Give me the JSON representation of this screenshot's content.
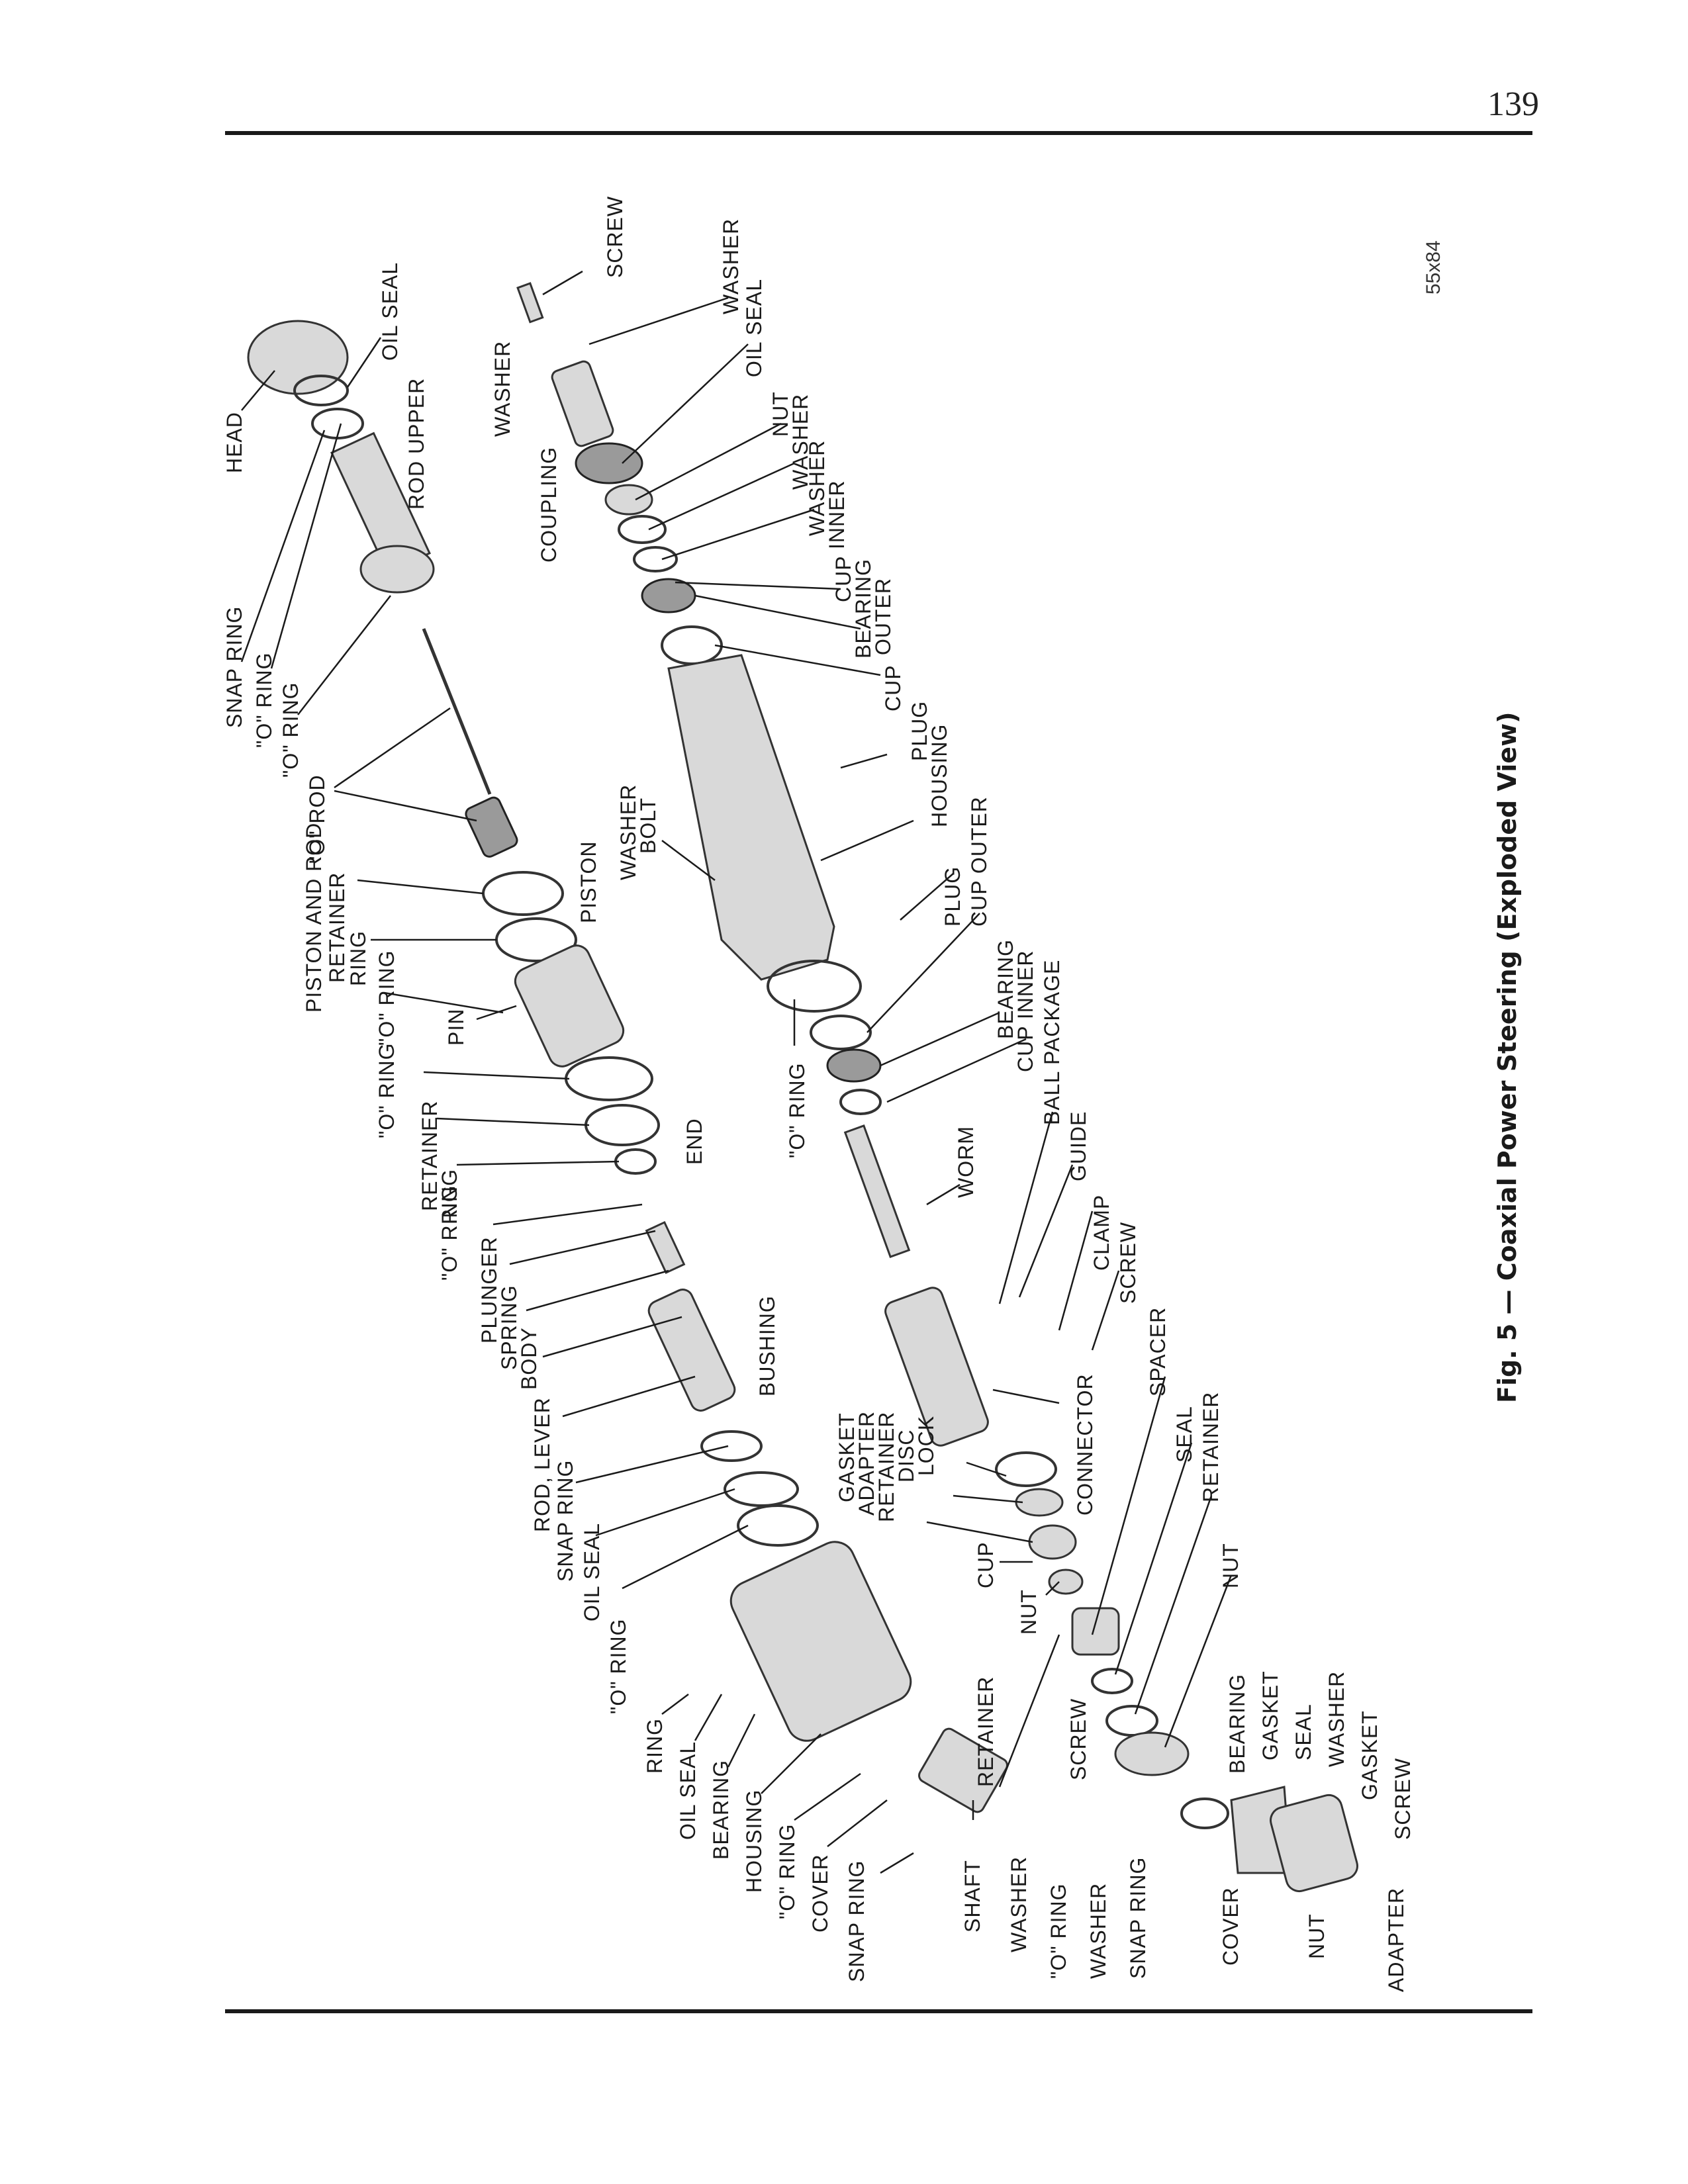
{
  "page": {
    "number": "139"
  },
  "figure": {
    "caption": "Fig. 5 — Coaxial Power Steering (Exploded View)",
    "code": "55x84"
  },
  "labels": [
    "HEAD",
    "OIL SEAL",
    "SNAP RING",
    "\"O\" RING",
    "\"O\" RING",
    "ROD UPPER",
    "\"O\" ROD",
    "PISTON AND ROD",
    "RETAINER",
    "RING",
    "PISTON",
    "\"O\" RING",
    "PIN",
    "\"O\" RING",
    "RETAINER",
    "RING",
    "END",
    "\"O\" RING",
    "PLUNGER",
    "SPRING",
    "BODY",
    "BUSHING",
    "ROD, LEVER",
    "SNAP RING",
    "OIL SEAL",
    "\"O\" RING",
    "RING",
    "OIL SEAL",
    "BEARING",
    "HOUSING",
    "\"O\" RING",
    "COVER",
    "SNAP RING",
    "GASKET",
    "ADAPTER",
    "RETAINER",
    "DISC",
    "LOCK",
    "CUP",
    "NUT",
    "RETAINER",
    "SHAFT",
    "SCREW",
    "WASHER",
    "\"O\" RING",
    "WASHER",
    "SNAP RING",
    "WASHER",
    "SCREW",
    "WASHER",
    "OIL SEAL",
    "COUPLING",
    "NUT",
    "WASHER",
    "WASHER",
    "INNER",
    "CUP",
    "BEARING",
    "OUTER",
    "CUP",
    "PLUG",
    "HOUSING",
    "WASHER",
    "BOLT",
    "PLUG",
    "CUP OUTER",
    "BEARING",
    "CUP INNER",
    "BALL PACKAGE",
    "\"O\" RING",
    "WORM",
    "GUIDE",
    "CLAMP",
    "SCREW",
    "SPACER",
    "CONNECTOR",
    "SEAL",
    "RETAINER",
    "NUT",
    "BEARING",
    "GASKET",
    "SEAL",
    "WASHER",
    "GASKET",
    "SCREW",
    "ADAPTER",
    "NUT",
    "COVER"
  ]
}
